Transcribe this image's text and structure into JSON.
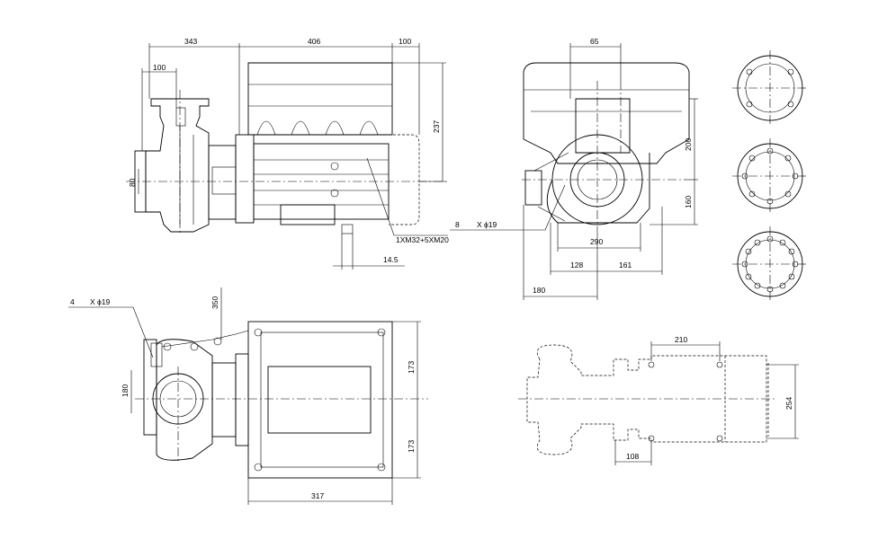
{
  "dimensions": {
    "d343": "343",
    "d406": "406",
    "d100a": "100",
    "d100b": "100",
    "d237": "237",
    "d80": "80",
    "d14_5": "14.5",
    "d65": "65",
    "d200": "200",
    "d160": "160",
    "d290": "290",
    "d128": "128",
    "d161": "161",
    "d180a": "180",
    "d350": "350",
    "d180b": "180",
    "d173a": "173",
    "d173b": "173",
    "d317": "317",
    "d210": "210",
    "d254": "254",
    "d108": "108"
  },
  "callouts": {
    "cable": "1XM32+5XM20",
    "holes8_count": "8",
    "holes8_label": "X ϕ19",
    "holes4_count": "4",
    "holes4_label": "X ϕ19"
  }
}
